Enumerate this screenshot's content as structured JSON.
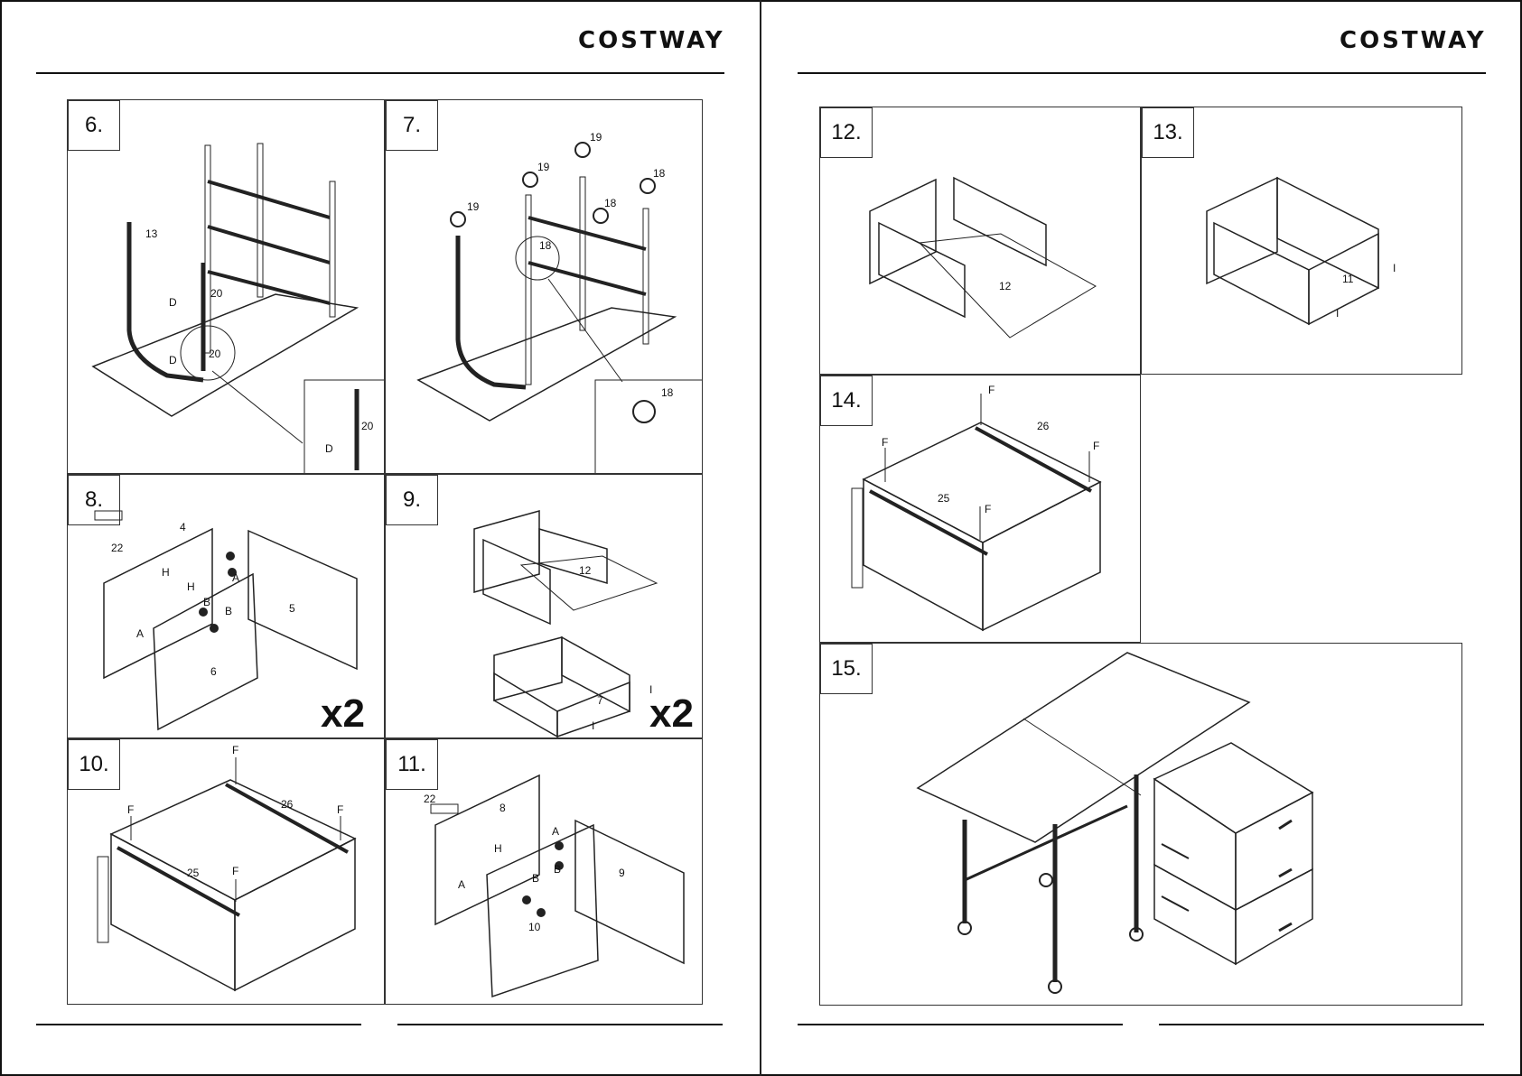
{
  "left_page": {
    "brand": "COSTWAY",
    "steps": [
      {
        "number": "6.",
        "labels": [
          "13",
          "D",
          "20",
          "D",
          "20",
          "20",
          "D"
        ]
      },
      {
        "number": "7.",
        "labels": [
          "19",
          "19",
          "19",
          "18",
          "18",
          "18",
          "18"
        ]
      },
      {
        "number": "8.",
        "labels": [
          "4",
          "22",
          "H",
          "H",
          "A",
          "A",
          "B",
          "B",
          "5",
          "6"
        ],
        "multiplier": "x2"
      },
      {
        "number": "9.",
        "labels": [
          "12",
          "7",
          "I",
          "I"
        ],
        "multiplier": "x2"
      },
      {
        "number": "10.",
        "labels": [
          "F",
          "26",
          "F",
          "F",
          "25",
          "F"
        ]
      },
      {
        "number": "11.",
        "labels": [
          "22",
          "8",
          "H",
          "A",
          "A",
          "B",
          "B",
          "9",
          "10"
        ]
      }
    ]
  },
  "right_page": {
    "brand": "COSTWAY",
    "steps": [
      {
        "number": "12.",
        "labels": [
          "12"
        ]
      },
      {
        "number": "13.",
        "labels": [
          "11",
          "I",
          "I"
        ]
      },
      {
        "number": "14.",
        "labels": [
          "F",
          "26",
          "F",
          "F",
          "25",
          "F"
        ]
      },
      {
        "number": "15.",
        "labels": []
      }
    ]
  }
}
